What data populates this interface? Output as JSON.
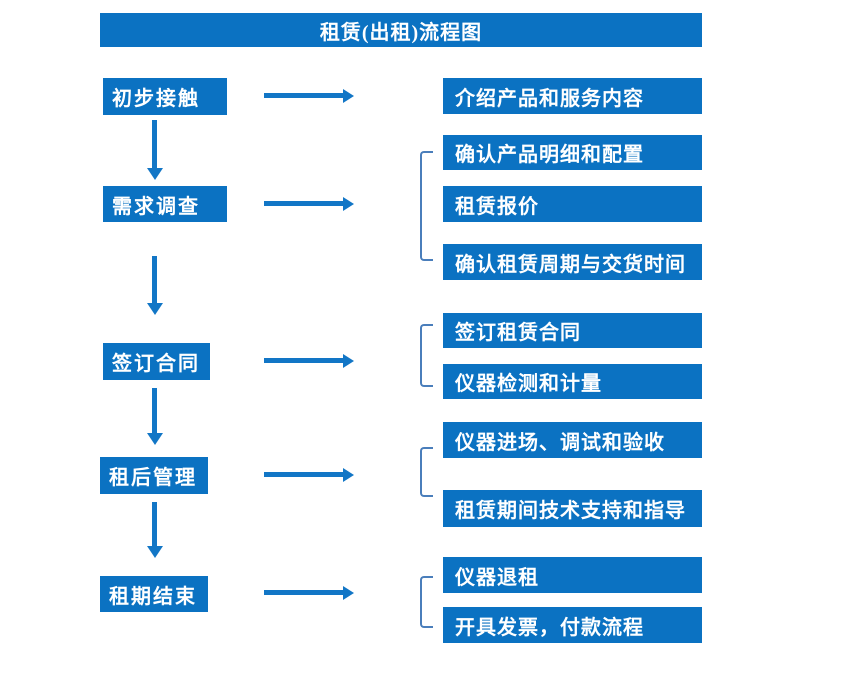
{
  "title": "租赁(出租)流程图",
  "colors": {
    "box_blue": "#0b72c2",
    "arrow_blue": "#1276c6",
    "bracket_blue": "#4a7ebb",
    "text_white": "#ffffff",
    "background": "#ffffff"
  },
  "steps": [
    {
      "label": "初步接触",
      "details": [
        "介绍产品和服务内容"
      ]
    },
    {
      "label": "需求调查",
      "details": [
        "确认产品明细和配置",
        "租赁报价",
        "确认租赁周期与交货时间"
      ]
    },
    {
      "label": "签订合同",
      "details": [
        "签订租赁合同",
        "仪器检测和计量"
      ]
    },
    {
      "label": "租后管理",
      "details": [
        "仪器进场、调试和验收",
        "租赁期间技术支持和指导"
      ]
    },
    {
      "label": "租期结束",
      "details": [
        "仪器退租",
        "开具发票，付款流程"
      ]
    }
  ]
}
